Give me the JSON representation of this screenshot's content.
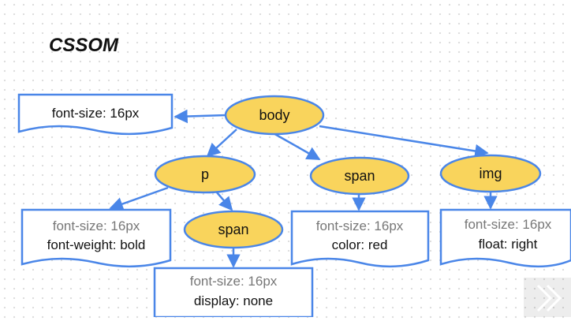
{
  "title": "CSSOM",
  "colors": {
    "node_fill": "#f9d45c",
    "node_stroke": "#4a86e8",
    "edge": "#4a86e8",
    "box_stroke": "#4a86e8",
    "inherited_text": "#777777",
    "own_text": "#111111"
  },
  "nodes": {
    "body": "body",
    "p": "p",
    "span_child_of_p": "span",
    "span": "span",
    "img": "img"
  },
  "boxes": {
    "body": {
      "own": "font-size: 16px"
    },
    "p": {
      "inherited": "font-size: 16px",
      "own": "font-weight: bold"
    },
    "span_child_of_p": {
      "inherited": "font-size: 16px",
      "own": "display: none"
    },
    "span": {
      "inherited": "font-size: 16px",
      "own": "color: red"
    },
    "img": {
      "inherited": "font-size: 16px",
      "own": "float: right"
    }
  },
  "nav": {
    "next_icon": "chevron-right-icon"
  }
}
